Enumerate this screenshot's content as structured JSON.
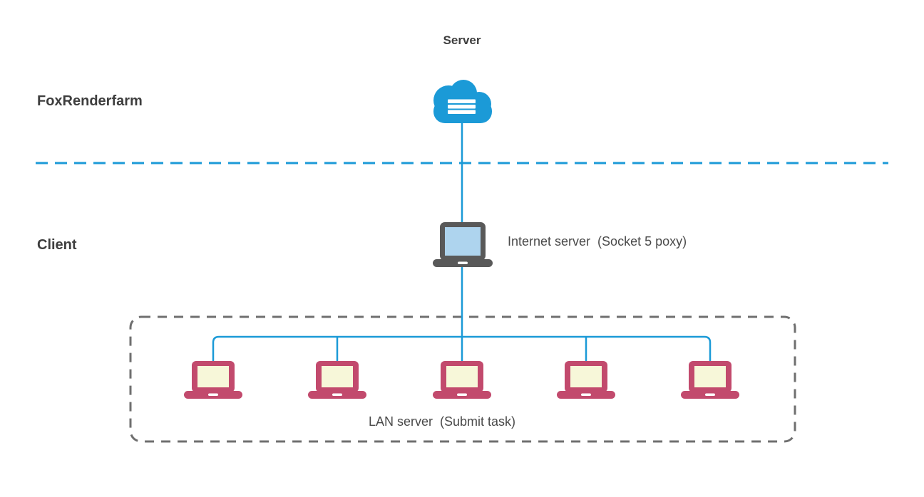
{
  "labels": {
    "server": "Server",
    "fox_zone": "FoxRenderfarm",
    "client_zone": "Client",
    "internet_server": "Internet server  (Socket 5 poxy)",
    "lan_server": "LAN server  (Submit task)"
  },
  "nodes": {
    "cloud_server": {
      "icon": "cloud-server-icon",
      "label": "Server",
      "zone": "FoxRenderfarm"
    },
    "internet_server": {
      "icon": "laptop-icon",
      "label": "Internet server  (Socket 5 poxy)",
      "zone": "Client"
    },
    "lan_group": {
      "icon": "laptop-icon",
      "label": "LAN server  (Submit task)",
      "zone": "Client",
      "laptop_count": 5
    }
  },
  "connections": [
    {
      "from": "cloud_server",
      "to": "internet_server",
      "style": "solid-blue"
    },
    {
      "from": "internet_server",
      "to": "lan_group",
      "style": "solid-blue-bus"
    }
  ],
  "colors": {
    "line_blue": "#1b9ad7",
    "cloud_blue": "#1b9ad7",
    "laptop_gray": "#595959",
    "box_dash_gray": "#6f6f6f",
    "lan_laptop_crimson": "#c24a6d",
    "lan_screen_yellow": "#f7f7d9",
    "internet_screen_blue": "#aed4ee",
    "text_dark": "#3e3e3e"
  }
}
